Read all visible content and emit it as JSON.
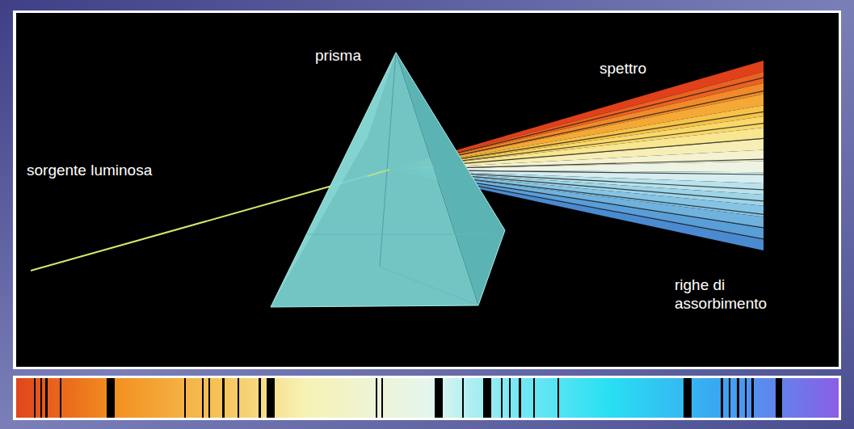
{
  "diagram": {
    "labels": [
      "prisma",
      "sorgente luminosa",
      "spettro",
      "righe di assorbimento"
    ]
  }
}
